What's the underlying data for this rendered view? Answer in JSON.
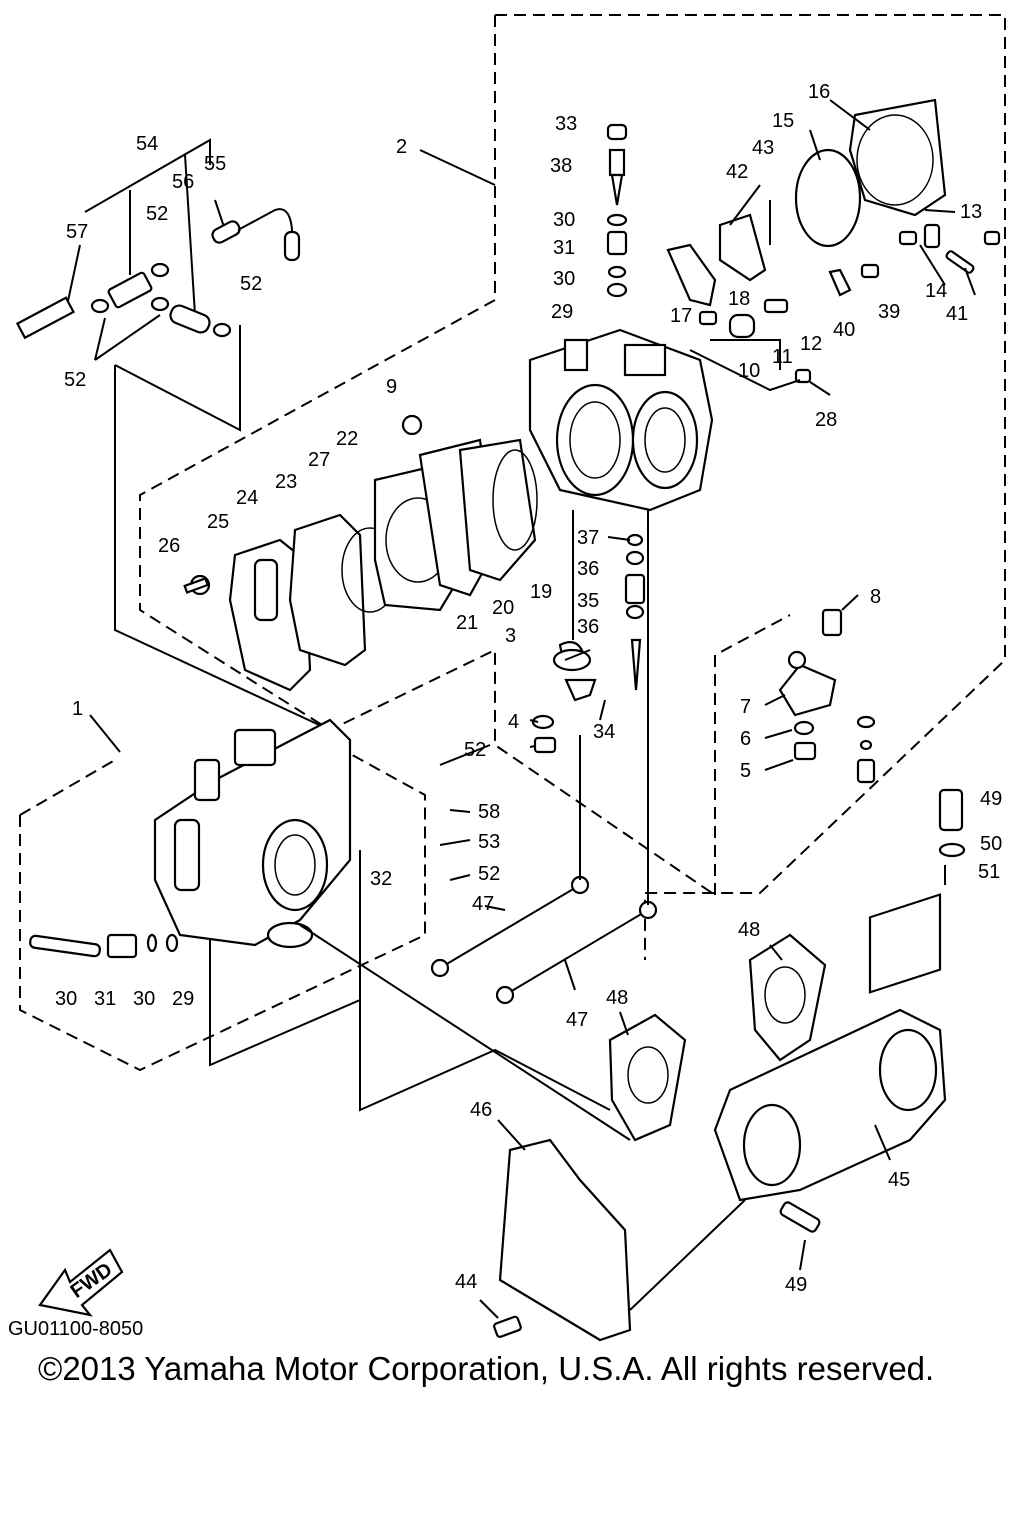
{
  "diagram": {
    "doc_code": "GU01100-8050",
    "copyright": "©2013 Yamaha Motor Corporation, U.S.A. All rights reserved.",
    "fwd_label": "FWD",
    "callouts": [
      {
        "id": "c1",
        "text": "1"
      },
      {
        "id": "c2",
        "text": "2"
      },
      {
        "id": "c3",
        "text": "3"
      },
      {
        "id": "c4",
        "text": "4"
      },
      {
        "id": "c5",
        "text": "5"
      },
      {
        "id": "c6",
        "text": "6"
      },
      {
        "id": "c7",
        "text": "7"
      },
      {
        "id": "c8",
        "text": "8"
      },
      {
        "id": "c9",
        "text": "9"
      },
      {
        "id": "c10",
        "text": "10"
      },
      {
        "id": "c11",
        "text": "11"
      },
      {
        "id": "c12",
        "text": "12"
      },
      {
        "id": "c13",
        "text": "13"
      },
      {
        "id": "c14",
        "text": "14"
      },
      {
        "id": "c15",
        "text": "15"
      },
      {
        "id": "c16",
        "text": "16"
      },
      {
        "id": "c17",
        "text": "17"
      },
      {
        "id": "c18",
        "text": "18"
      },
      {
        "id": "c19",
        "text": "19"
      },
      {
        "id": "c20",
        "text": "20"
      },
      {
        "id": "c21",
        "text": "21"
      },
      {
        "id": "c22",
        "text": "22"
      },
      {
        "id": "c23",
        "text": "23"
      },
      {
        "id": "c24",
        "text": "24"
      },
      {
        "id": "c25",
        "text": "25"
      },
      {
        "id": "c26",
        "text": "26"
      },
      {
        "id": "c27",
        "text": "27"
      },
      {
        "id": "c28",
        "text": "28"
      },
      {
        "id": "c29a",
        "text": "29"
      },
      {
        "id": "c29b",
        "text": "29"
      },
      {
        "id": "c30a",
        "text": "30"
      },
      {
        "id": "c30b",
        "text": "30"
      },
      {
        "id": "c30c",
        "text": "30"
      },
      {
        "id": "c30d",
        "text": "30"
      },
      {
        "id": "c31a",
        "text": "31"
      },
      {
        "id": "c31b",
        "text": "31"
      },
      {
        "id": "c32",
        "text": "32"
      },
      {
        "id": "c33",
        "text": "33"
      },
      {
        "id": "c34",
        "text": "34"
      },
      {
        "id": "c35",
        "text": "35"
      },
      {
        "id": "c36a",
        "text": "36"
      },
      {
        "id": "c36b",
        "text": "36"
      },
      {
        "id": "c37",
        "text": "37"
      },
      {
        "id": "c38",
        "text": "38"
      },
      {
        "id": "c39",
        "text": "39"
      },
      {
        "id": "c40",
        "text": "40"
      },
      {
        "id": "c41",
        "text": "41"
      },
      {
        "id": "c42",
        "text": "42"
      },
      {
        "id": "c43",
        "text": "43"
      },
      {
        "id": "c44",
        "text": "44"
      },
      {
        "id": "c45",
        "text": "45"
      },
      {
        "id": "c46",
        "text": "46"
      },
      {
        "id": "c47a",
        "text": "47"
      },
      {
        "id": "c47b",
        "text": "47"
      },
      {
        "id": "c48a",
        "text": "48"
      },
      {
        "id": "c48b",
        "text": "48"
      },
      {
        "id": "c49a",
        "text": "49"
      },
      {
        "id": "c49b",
        "text": "49"
      },
      {
        "id": "c50",
        "text": "50"
      },
      {
        "id": "c51",
        "text": "51"
      },
      {
        "id": "c52a",
        "text": "52"
      },
      {
        "id": "c52b",
        "text": "52"
      },
      {
        "id": "c52c",
        "text": "52"
      },
      {
        "id": "c52d",
        "text": "52"
      },
      {
        "id": "c52e",
        "text": "52"
      },
      {
        "id": "c53",
        "text": "53"
      },
      {
        "id": "c54",
        "text": "54"
      },
      {
        "id": "c55",
        "text": "55"
      },
      {
        "id": "c56",
        "text": "56"
      },
      {
        "id": "c57",
        "text": "57"
      },
      {
        "id": "c58",
        "text": "58"
      }
    ]
  }
}
